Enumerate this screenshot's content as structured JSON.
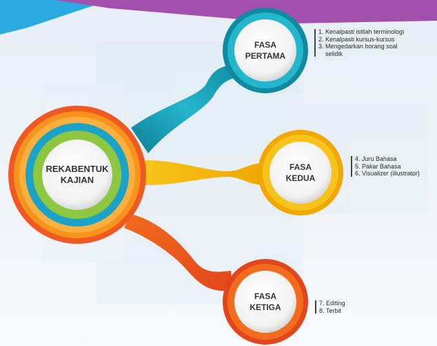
{
  "hub": {
    "line1": "REKABENTUK",
    "line2": "KAJIAN"
  },
  "phases": [
    {
      "line1": "FASA",
      "line2": "PERTAMA",
      "items": [
        {
          "text": "1. Kenalpasti istilah terminologi"
        },
        {
          "text": "2. Kenalpasti kursus-kursus"
        },
        {
          "text": "3. Mengedarkan borang soal",
          "cont": "selidik"
        }
      ]
    },
    {
      "line1": "FASA",
      "line2": "KEDUA",
      "items": [
        {
          "text": "4. Juru Bahasa"
        },
        {
          "text": "5. Pakar Bahasa"
        },
        {
          "text": "6. Visualizer (illustrator)"
        }
      ]
    },
    {
      "line1": "FASA",
      "line2": "KETIGA",
      "items": [
        {
          "text": "7. Editing"
        },
        {
          "text": "8. Terbit"
        }
      ]
    }
  ],
  "colors": {
    "phase1": "#1aa3b8",
    "phase2": "#f4b300",
    "phase3": "#ee5a1f",
    "hub_outer": "#f47b20",
    "hub_middle": "#1aa3c6",
    "hub_inner": "#8dc63f",
    "banner_blue": "#29abe2",
    "banner_purple": "#a34fae"
  }
}
